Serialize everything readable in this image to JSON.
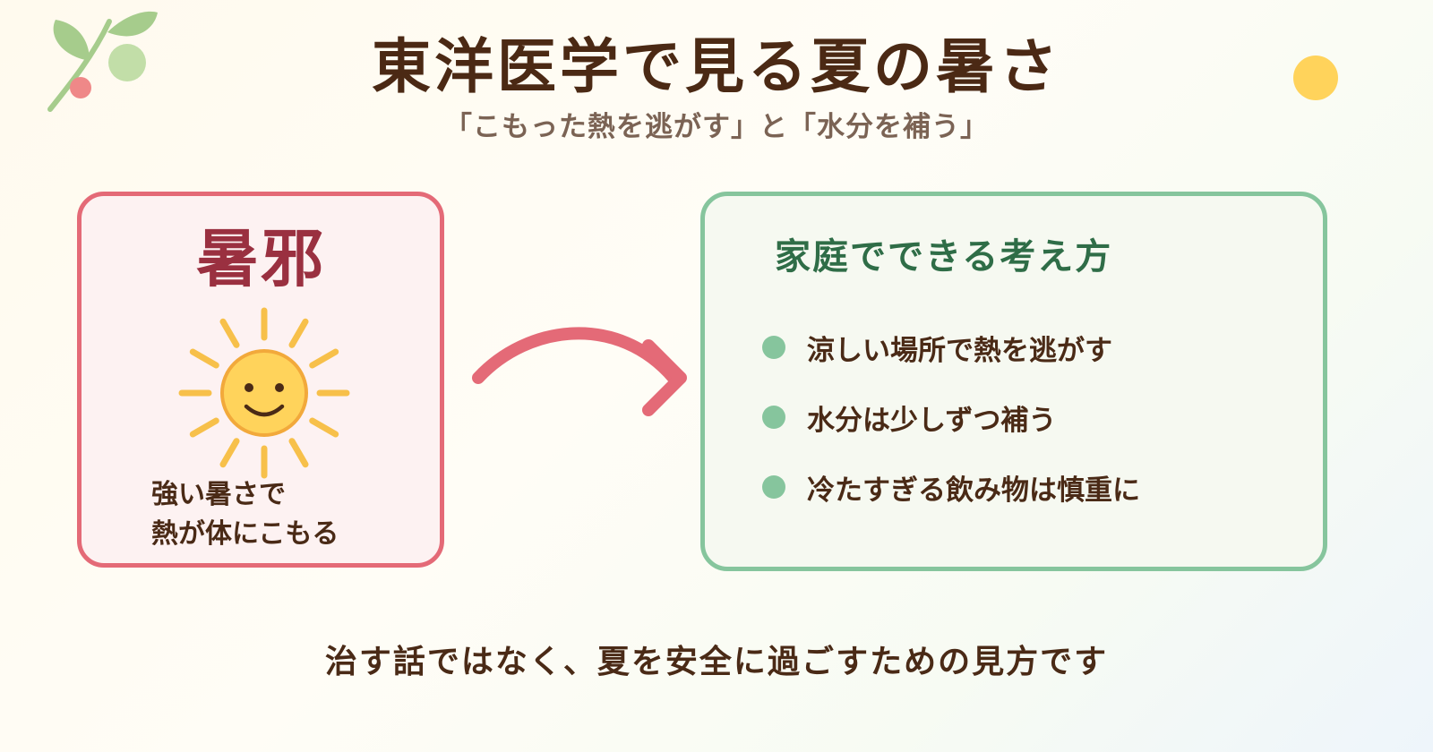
{
  "header": {
    "title": "東洋医学で見る夏の暑さ",
    "subtitle": "「こもった熱を逃がす」と「水分を補う」"
  },
  "left_card": {
    "title": "暑邪",
    "icon": "smiling-sun-icon",
    "desc_lines": [
      "強い暑さで",
      "熱が体にこもる"
    ]
  },
  "right_card": {
    "title": "家庭でできる考え方",
    "tips": [
      "涼しい場所で熱を逃がす",
      "水分は少しずつ補う",
      "冷たすぎる飲み物は慎重に"
    ]
  },
  "footer": {
    "text": "治す話ではなく、夏を安全に過ごすための見方です"
  },
  "colors": {
    "title": "#4b2914",
    "left_border": "#e46a77",
    "left_title": "#9a3040",
    "right_border": "#86c59d",
    "right_title": "#2f6d47",
    "sun_face": "#ffd35b",
    "sun_rays": "#f7c04a",
    "arrow": "#e46a77",
    "yellow_dot": "#ffd35b"
  },
  "decorations": {
    "top_left": "leaf-sprout-icon",
    "top_right": "yellow-dot",
    "center": "curved-arrow-icon"
  }
}
